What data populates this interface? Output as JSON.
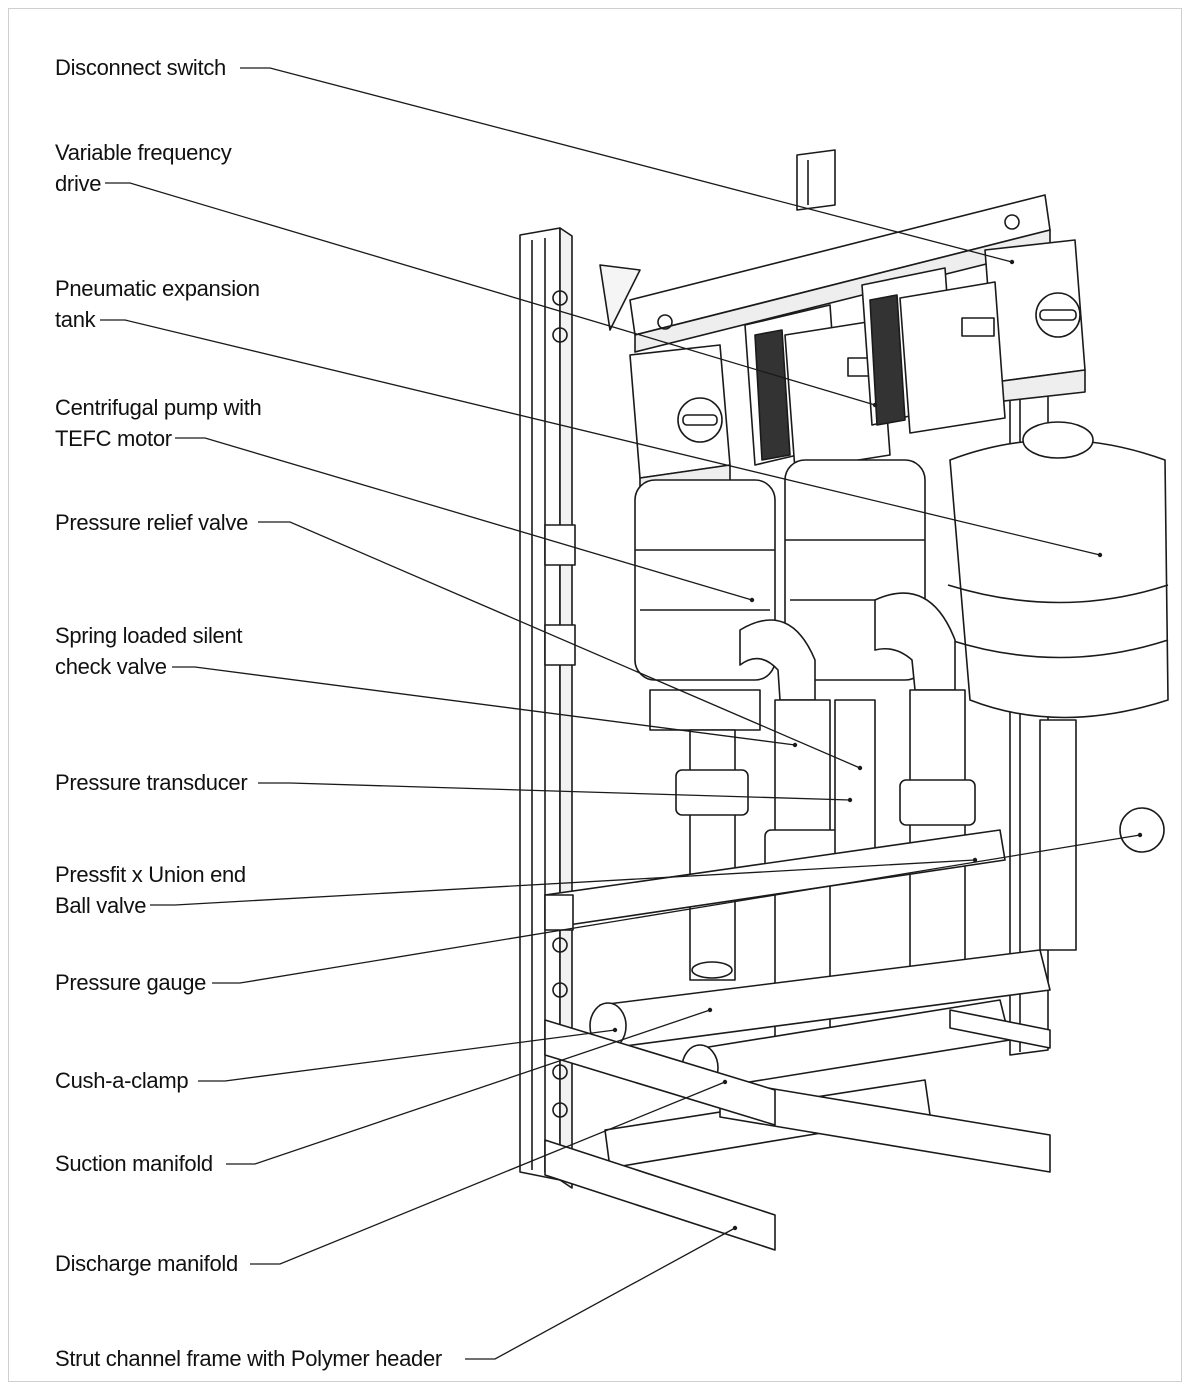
{
  "diagram": {
    "labels": [
      {
        "id": "disconnect-switch",
        "lines": [
          "Disconnect switch"
        ]
      },
      {
        "id": "variable-frequency-drive",
        "lines": [
          "Variable frequency",
          "drive"
        ]
      },
      {
        "id": "pneumatic-expansion-tank",
        "lines": [
          "Pneumatic expansion",
          "tank"
        ]
      },
      {
        "id": "centrifugal-pump",
        "lines": [
          "Centrifugal pump with",
          "TEFC motor"
        ]
      },
      {
        "id": "pressure-relief-valve",
        "lines": [
          "Pressure relief valve"
        ]
      },
      {
        "id": "check-valve",
        "lines": [
          "Spring loaded silent",
          "check valve"
        ]
      },
      {
        "id": "pressure-transducer",
        "lines": [
          "Pressure transducer"
        ]
      },
      {
        "id": "ball-valve",
        "lines": [
          "Pressfit x Union end",
          "Ball valve"
        ]
      },
      {
        "id": "pressure-gauge",
        "lines": [
          "Pressure gauge"
        ]
      },
      {
        "id": "cush-a-clamp",
        "lines": [
          "Cush-a-clamp"
        ]
      },
      {
        "id": "suction-manifold",
        "lines": [
          "Suction manifold"
        ]
      },
      {
        "id": "discharge-manifold",
        "lines": [
          "Discharge manifold"
        ]
      },
      {
        "id": "strut-frame",
        "lines": [
          "Strut channel frame with Polymer header"
        ]
      }
    ],
    "colors": {
      "line": "#1a1a1a",
      "text": "#111111",
      "border": "#cfcfcf"
    }
  }
}
